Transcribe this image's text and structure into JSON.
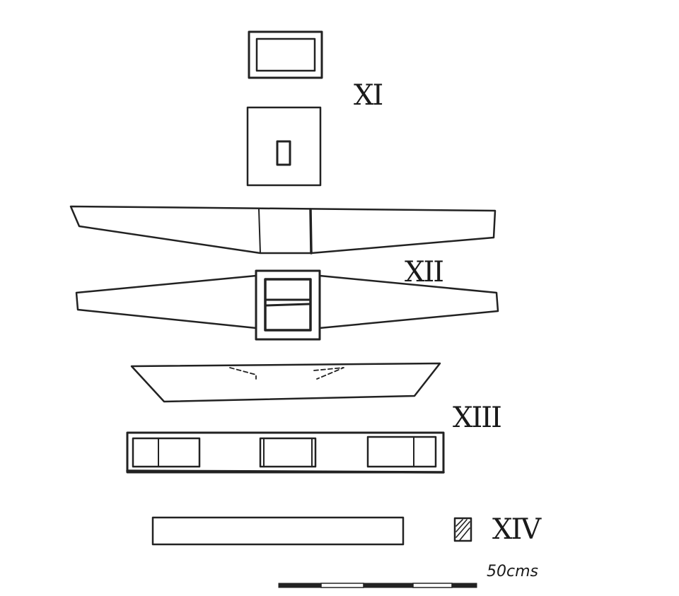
{
  "labels": {
    "fig11": "XI",
    "fig12": "XII",
    "fig13": "XIII",
    "fig14": "XIV"
  },
  "scale_bar": {
    "label": "50cms"
  }
}
